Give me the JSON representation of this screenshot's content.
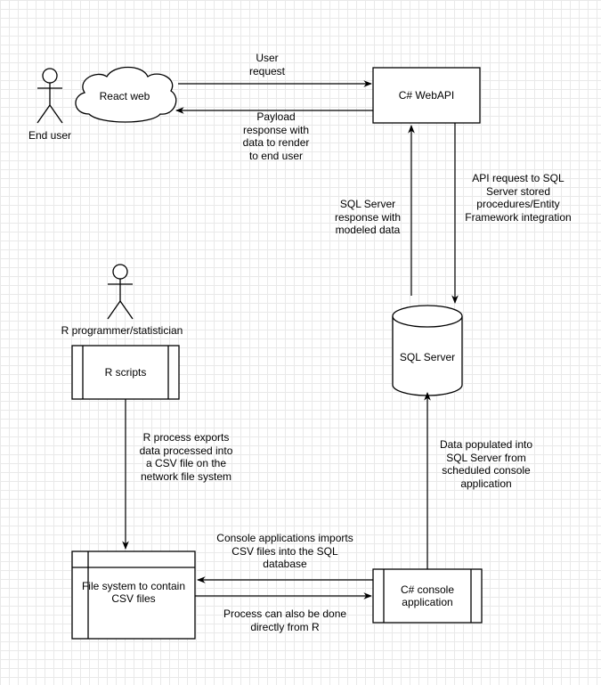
{
  "nodes": {
    "end_user": "End user",
    "react_web": "React web",
    "webapi": "C# WebAPI",
    "sql_server": "SQL Server",
    "r_programmer": "R programmer/statistician",
    "r_scripts": "R scripts",
    "file_system": "File system to contain\nCSV files",
    "console_app": "C# console\napplication"
  },
  "edges": {
    "user_request": "User\nrequest",
    "payload_response": "Payload\nresponse with\ndata to render\nto end user",
    "sql_response": "SQL Server\nresponse with\nmodeled data",
    "api_request": "API request to SQL\nServer stored\nprocedures/Entity\nFramework integration",
    "r_exports": "R process exports\ndata processed into\na CSV file on the\nnetwork file system",
    "data_populated": "Data populated into\nSQL Server from\nscheduled console\napplication",
    "console_imports": "Console applications imports\nCSV files into the SQL\ndatabase",
    "process_direct": "Process can also be done\ndirectly from R"
  }
}
